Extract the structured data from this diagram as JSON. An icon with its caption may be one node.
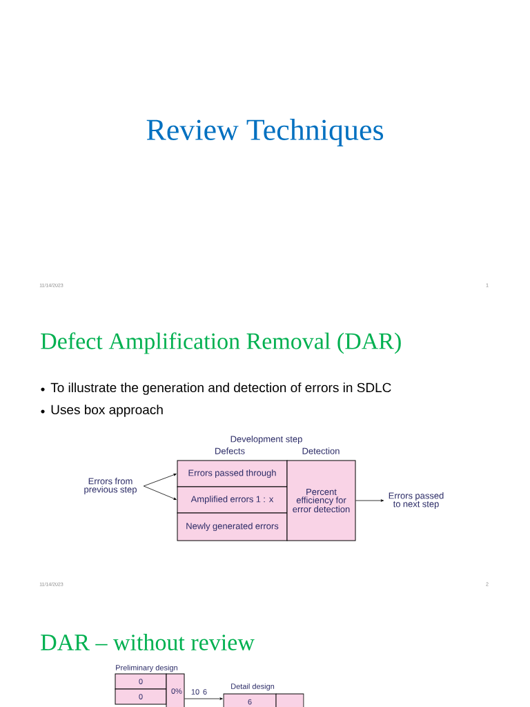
{
  "diagram": {
    "title": "Review Techniques",
    "nodes": [
      {
        "text": [
          "Errors from previous step"
        ]
      },
      {
        "text": [
          "Errors passed through"
        ]
      },
      {
        "text": [
          "Amplified errors 1 : x"
        ]
      },
      {
        "text": [
          "Newly generated errors"
        ]
      },
      {
        "text": [
          "Percent efficiency for error detection"
        ]
      },
      {
        "text": [
          "Errors passed to next step"
        ]
      },
      {
        "text": [
          "0"
        ]
      },
      {
        "text": [
          "0"
        ]
      },
      {
        "text": [
          "0%"
        ]
      },
      {
        "text": [
          "6"
        ]
      },
      {
        "text": [],
        "shape": "box"
      }
    ],
    "edges": [
      {
        "from": 0,
        "to": 1,
        "arrow": "to"
      },
      {
        "from": 0,
        "to": 2,
        "arrow": "to"
      },
      {
        "from": 4,
        "to": 5,
        "arrow": "to"
      },
      {
        "from": 8,
        "to": 9,
        "arrow": "to"
      }
    ],
    "labels": [
      "11/14/2023",
      "1",
      "Defect Amplification Removal (DAR)",
      "To illustrate the generation and detection of errors in SDLC",
      "Uses box approach",
      "Development step",
      "Defects",
      "Detection",
      "11/14/2023",
      "2",
      "DAR – without review",
      "Preliminary design",
      "10",
      "6",
      "Detail design"
    ]
  }
}
